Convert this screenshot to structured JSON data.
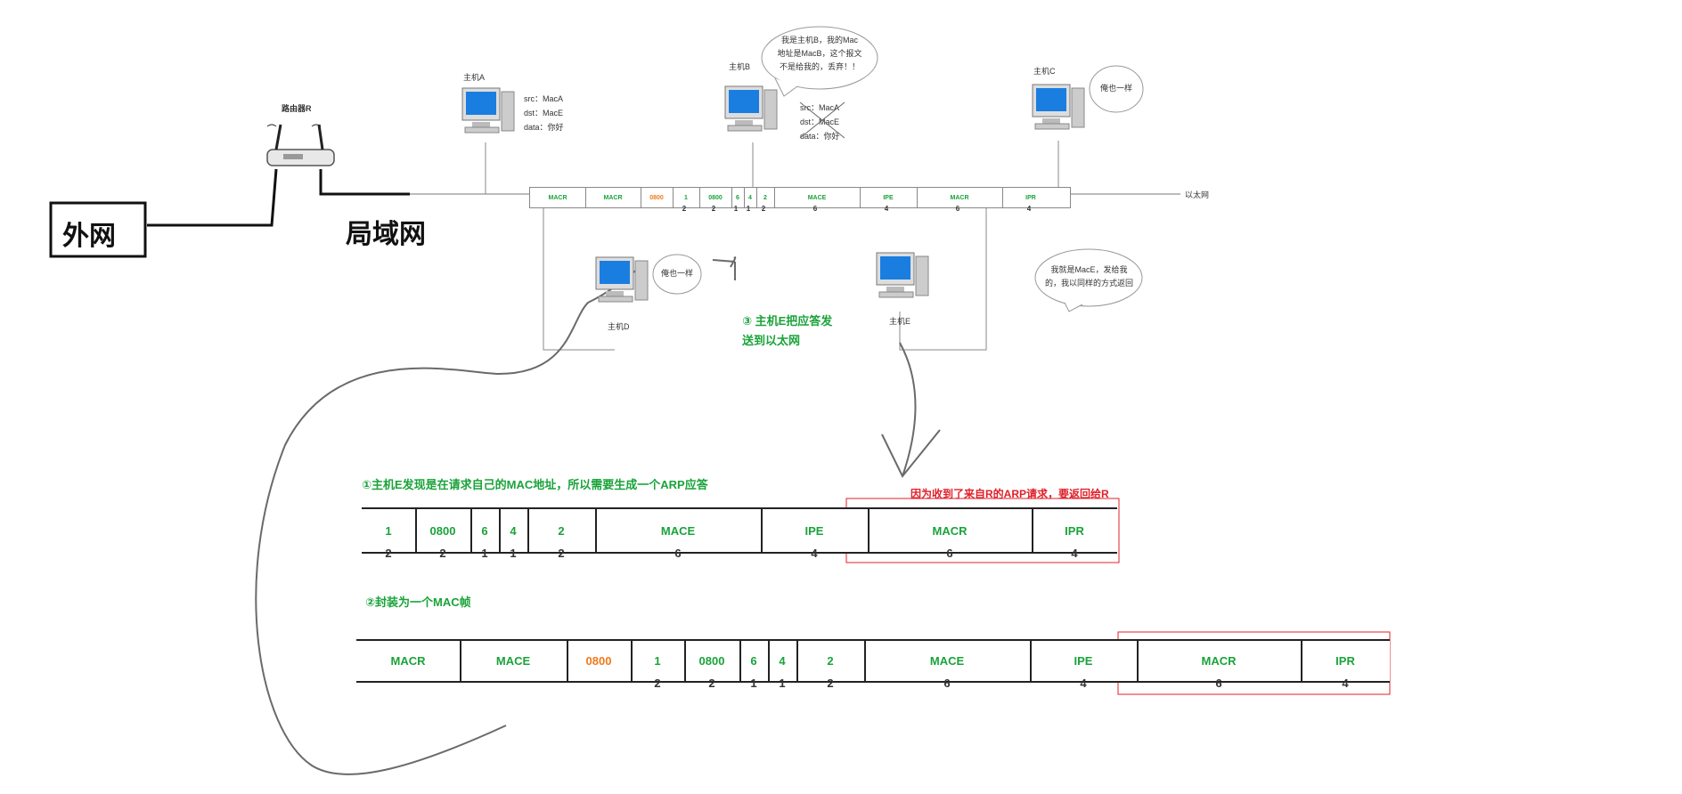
{
  "labels": {
    "internet": "外网",
    "lan": "局域网",
    "router": "路由器R",
    "ethernet": "以太网"
  },
  "hosts": {
    "a": "主机A",
    "b": "主机B",
    "c": "主机C",
    "d": "主机D",
    "e": "主机E"
  },
  "packet_a": {
    "src": "src：MacA",
    "dst": "dst：MacE",
    "data": "data：你好"
  },
  "packet_b": {
    "src": "src：MacA",
    "dst": "dst：MacE",
    "data": "data：你好"
  },
  "bubbles": {
    "b": [
      "我是主机B，我的Mac",
      "地址是MacB，这个报文",
      "不是给我的，丢弃！！"
    ],
    "c": "俺也一样",
    "d": "俺也一样",
    "e": [
      "我就是MacE，发给我",
      "的，我以同样的方式返回"
    ]
  },
  "top_frame": {
    "fields": [
      "MACR",
      "MACR",
      "0800",
      "1",
      "0800",
      "6",
      "4",
      "2",
      "MACE",
      "IPE",
      "MACR",
      "IPR"
    ],
    "lengths": [
      "2",
      "2",
      "1",
      "1",
      "2",
      "6",
      "4",
      "6",
      "4"
    ]
  },
  "steps": {
    "step1": "①主机E发现是在请求自己的MAC地址，所以需要生成一个ARP应答",
    "step1_note": "因为收到了来自R的ARP请求，要返回给R",
    "step2": "②封装为一个MAC帧",
    "step3": [
      "③ 主机E把应答发",
      "送到以太网"
    ]
  },
  "arp_reply": {
    "fields": [
      "1",
      "0800",
      "6",
      "4",
      "2",
      "MACE",
      "IPE",
      "MACR",
      "IPR"
    ],
    "lengths": [
      "2",
      "2",
      "1",
      "1",
      "2",
      "6",
      "4",
      "6",
      "4"
    ]
  },
  "mac_frame": {
    "header": [
      "MACR",
      "MACE",
      "0800"
    ],
    "fields": [
      "1",
      "0800",
      "6",
      "4",
      "2",
      "MACE",
      "IPE",
      "MACR",
      "IPR"
    ],
    "lengths": [
      "2",
      "2",
      "1",
      "1",
      "2",
      "6",
      "4",
      "6",
      "4"
    ]
  },
  "colors": {
    "green": "#1aa33a",
    "orange": "#ef7a1a",
    "red": "#e0202a"
  }
}
